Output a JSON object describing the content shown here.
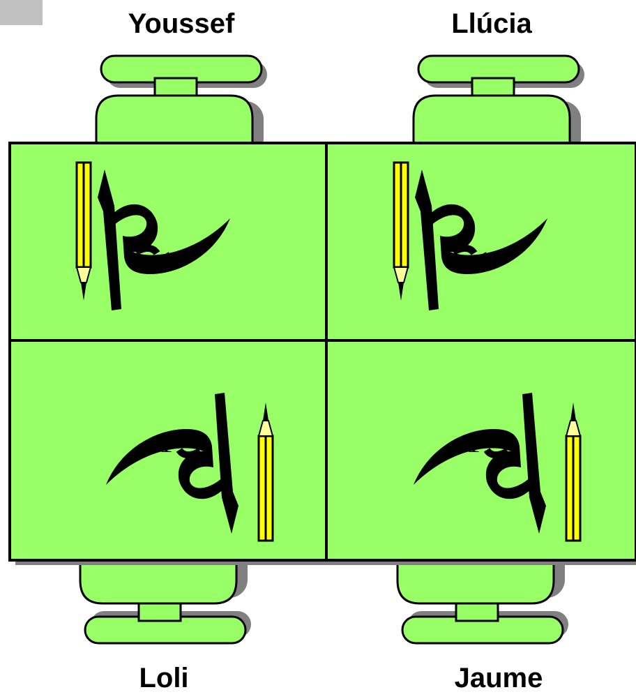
{
  "seats": {
    "top_left": "Youssef",
    "top_right": "Llúcia",
    "bottom_left": "Loli",
    "bottom_right": "Jaume"
  },
  "desks": [
    {
      "position": "top-left",
      "number": "1"
    },
    {
      "position": "top-right",
      "number": "1"
    },
    {
      "position": "bottom-left",
      "number": "1"
    },
    {
      "position": "bottom-right",
      "number": "1"
    }
  ],
  "colors": {
    "desk_fill": "#99ff66",
    "chair_fill": "#99ff66",
    "shadow": "#808080",
    "pencil_fill": "#ffff00",
    "pencil_tip": "#ffff99",
    "outline": "#000000"
  }
}
